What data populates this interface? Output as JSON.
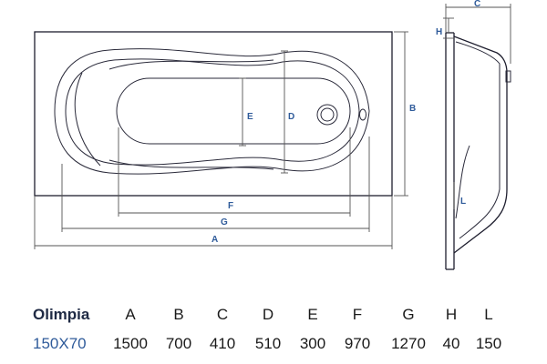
{
  "dimension_labels": {
    "A": "A",
    "B": "B",
    "C": "C",
    "D": "D",
    "E": "E",
    "F": "F",
    "G": "G",
    "H": "H",
    "L": "L"
  },
  "table": {
    "model_name": "Olimpia",
    "model_code": "150X70",
    "columns": [
      "A",
      "B",
      "C",
      "D",
      "E",
      "F",
      "G",
      "H",
      "L"
    ],
    "values": [
      "1500",
      "700",
      "410",
      "510",
      "300",
      "970",
      "1270",
      "40",
      "150"
    ]
  },
  "colors": {
    "label_blue": "#2f5b9a",
    "line": "#1e1e2e"
  }
}
